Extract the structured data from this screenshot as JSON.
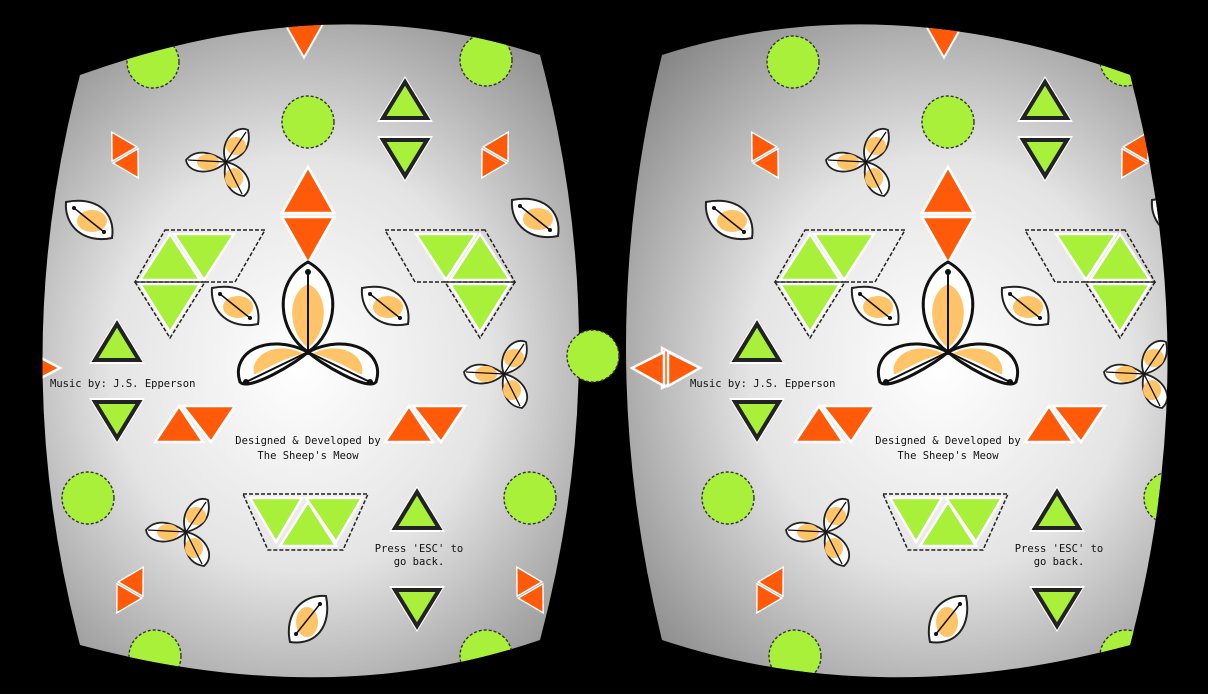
{
  "credits": {
    "music": "Music by: J.S. Epperson",
    "designed_line1": "Designed & Developed by",
    "designed_line2": "The Sheep's Meow",
    "esc_line1": "Press 'ESC' to",
    "esc_line2": "go back."
  },
  "view": {
    "mode": "stereoscopic",
    "eyes": [
      "left",
      "right"
    ]
  },
  "colors": {
    "background": "#000000",
    "vignette_center": "#ffffff",
    "vignette_edge": "#7d7d7d",
    "orange": "#ff5a0a",
    "lime": "#b0f03a",
    "petal": "#ffc468",
    "stroke": "#222222"
  },
  "icons": [
    "lime-circle-icon",
    "orange-diamond-icon",
    "lime-triangle-icon",
    "trefoil-icon",
    "leaf-icon"
  ]
}
